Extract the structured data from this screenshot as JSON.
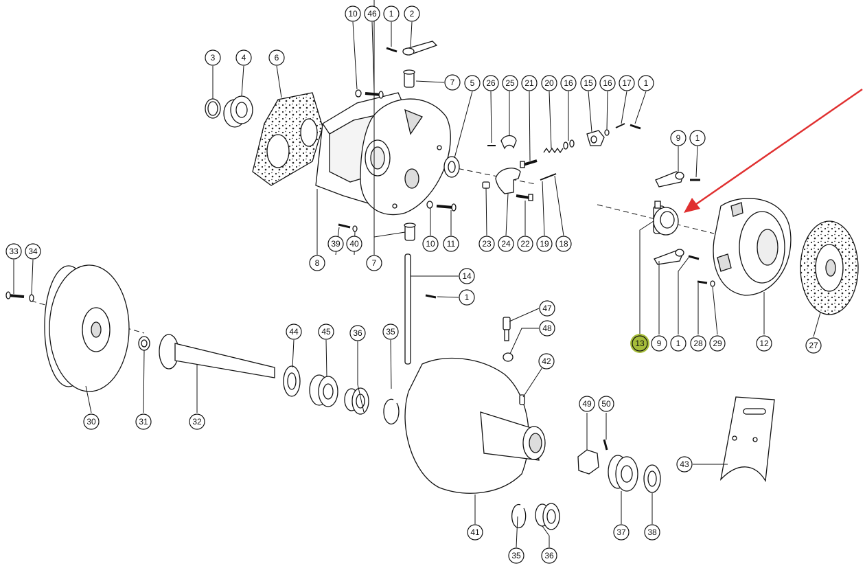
{
  "diagram": {
    "type": "exploded-parts-diagram",
    "highlight_color": "#a6bd3a",
    "arrow_color": "#e03030",
    "line_color": "#111111",
    "highlighted_part": "13",
    "callouts": [
      "10",
      "46",
      "1",
      "2",
      "3",
      "4",
      "6",
      "7",
      "5",
      "26",
      "25",
      "21",
      "20",
      "16",
      "15",
      "16",
      "17",
      "1",
      "9",
      "1",
      "8",
      "39",
      "40",
      "7",
      "10",
      "11",
      "23",
      "24",
      "22",
      "19",
      "18",
      "14",
      "1",
      "33",
      "34",
      "47",
      "48",
      "42",
      "13",
      "9",
      "1",
      "28",
      "29",
      "12",
      "27",
      "44",
      "45",
      "36",
      "35",
      "30",
      "31",
      "32",
      "49",
      "50",
      "43",
      "41",
      "37",
      "38",
      "35",
      "36"
    ]
  }
}
